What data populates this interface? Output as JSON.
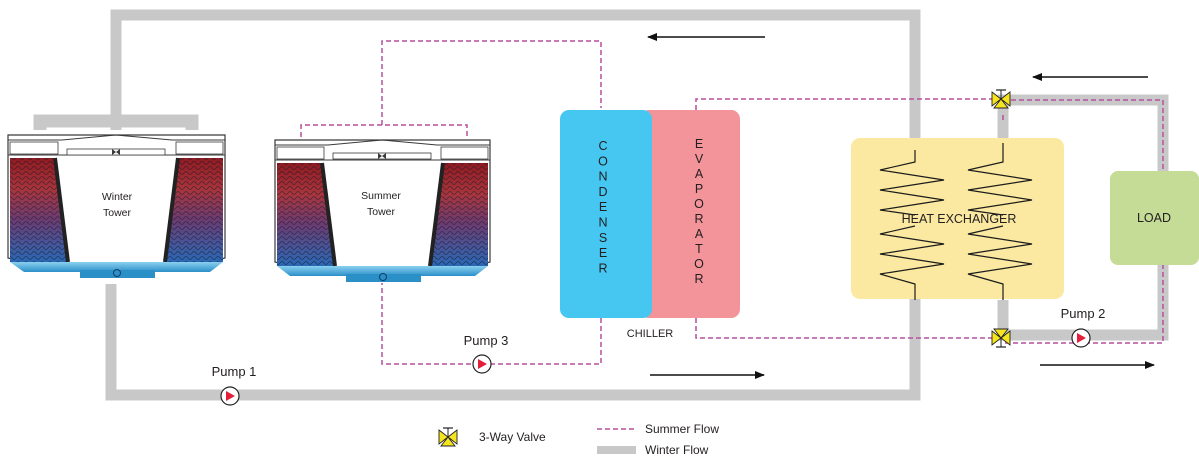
{
  "towers": {
    "winter": {
      "line1": "Winter",
      "line2": "Tower"
    },
    "summer": {
      "line1": "Summer",
      "line2": "Tower"
    }
  },
  "chiller": {
    "label": "CHILLER",
    "condenser": "CONDENSER",
    "evaporator": "EVAPORATOR"
  },
  "heat_exchanger": {
    "label": "HEAT EXCHANGER"
  },
  "load": {
    "label": "LOAD"
  },
  "pumps": {
    "pump1": "Pump 1",
    "pump2": "Pump 2",
    "pump3": "Pump 3"
  },
  "legend": {
    "valve": "3-Way Valve",
    "summer_flow": "Summer Flow",
    "winter_flow": "Winter Flow"
  },
  "colors": {
    "winter_pipe": "#c8c8c8",
    "summer_pipe": "#b5519f",
    "condenser": "#45c7f1",
    "evaporator": "#f3939a",
    "heat_exchanger": "#fbe9a1",
    "load": "#c4dc96",
    "pump": "#e41f3a",
    "valve": "#f5e41e"
  }
}
